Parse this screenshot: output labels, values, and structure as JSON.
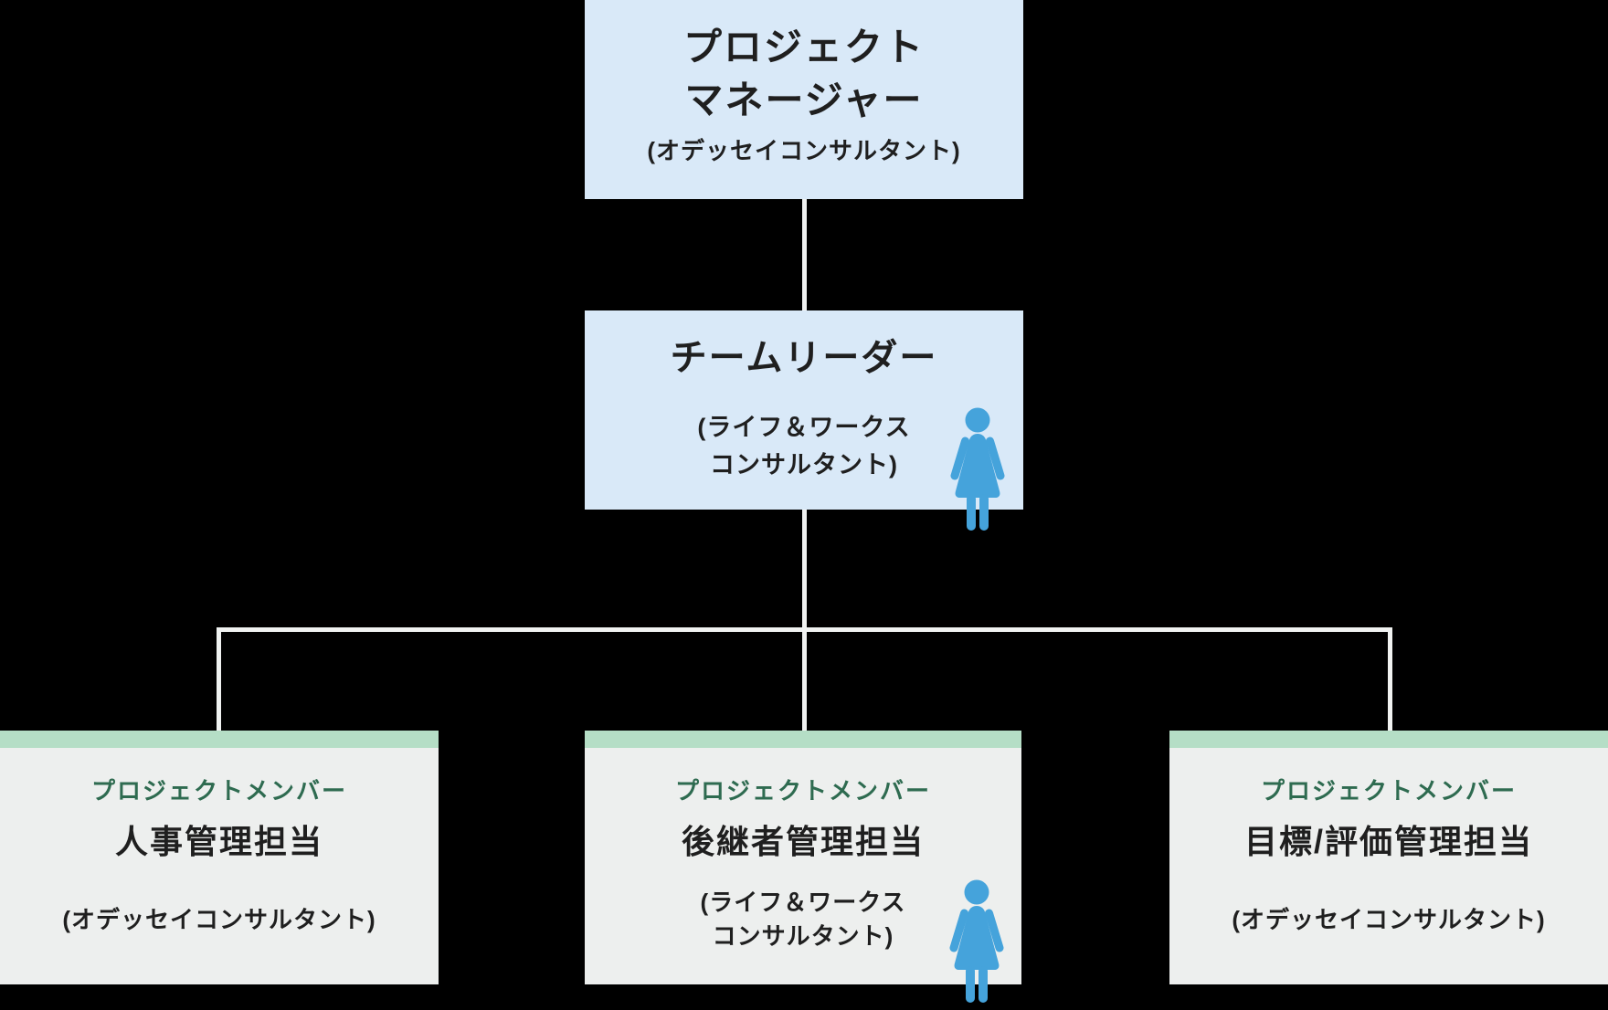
{
  "org_chart": {
    "manager": {
      "title": "プロジェクト\nマネージャー",
      "subtitle": "(オデッセイコンサルタント)"
    },
    "team_leader": {
      "title": "チームリーダー",
      "subtitle": "(ライフ＆ワークス\nコンサルタント)",
      "icon": "female-person-icon"
    },
    "members": [
      {
        "label": "プロジェクトメンバー",
        "title": "人事管理担当",
        "subtitle": "(オデッセイコンサルタント)"
      },
      {
        "label": "プロジェクトメンバー",
        "title": "後継者管理担当",
        "subtitle": "(ライフ＆ワークス\nコンサルタント)",
        "icon": "female-person-icon"
      },
      {
        "label": "プロジェクトメンバー",
        "title": "目標/評価管理担当",
        "subtitle": "(オデッセイコンサルタント)"
      }
    ]
  },
  "colors": {
    "background": "#000000",
    "connector_line": "#f0f2f1",
    "leader_box_fill": "#d9e9f8",
    "member_box_fill": "#edefee",
    "member_box_accent_bar": "#b5dec6",
    "member_label_green": "#2e6b50",
    "text_dark": "#1f1f1f",
    "person_icon_blue": "#45a3db"
  }
}
